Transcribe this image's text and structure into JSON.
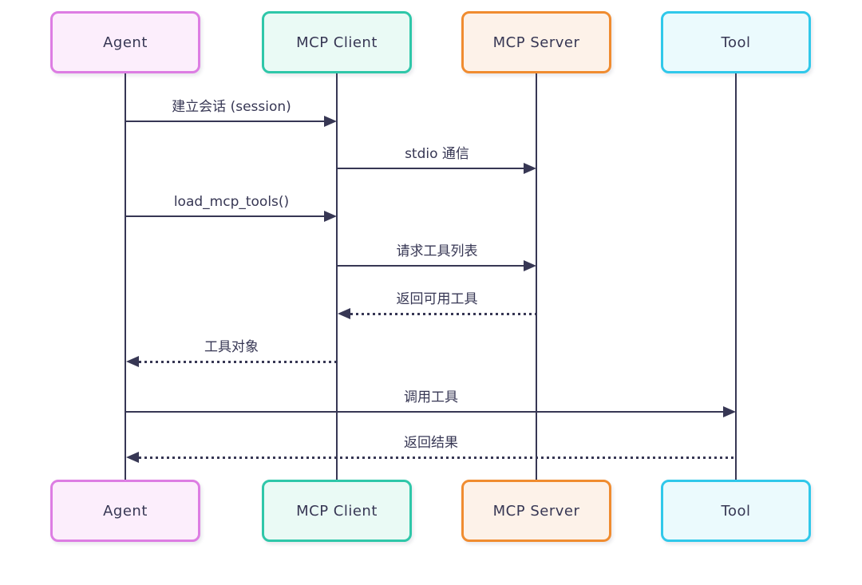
{
  "diagram": {
    "type": "sequence-diagram",
    "background": "#FFFFFF",
    "line_color": "#373754",
    "text_color": "#373754",
    "actors": [
      {
        "name": "Agent",
        "border_color": "#DD7DE3",
        "fill_color": "#FCEEFC"
      },
      {
        "name": "MCP Client",
        "border_color": "#2FC7A9",
        "fill_color": "#EAFAF5"
      },
      {
        "name": "MCP Server",
        "border_color": "#F08C30",
        "fill_color": "#FDF2E9"
      },
      {
        "name": "Tool",
        "border_color": "#30C8EA",
        "fill_color": "#EBFAFD"
      }
    ],
    "messages": [
      {
        "from": "Agent",
        "to": "MCP Client",
        "label": "建立会话 (session)",
        "line": "solid"
      },
      {
        "from": "MCP Client",
        "to": "MCP Server",
        "label": "stdio 通信",
        "line": "solid"
      },
      {
        "from": "Agent",
        "to": "MCP Client",
        "label": "load_mcp_tools()",
        "line": "solid"
      },
      {
        "from": "MCP Client",
        "to": "MCP Server",
        "label": "请求工具列表",
        "line": "solid"
      },
      {
        "from": "MCP Server",
        "to": "MCP Client",
        "label": "返回可用工具",
        "line": "dotted"
      },
      {
        "from": "MCP Client",
        "to": "Agent",
        "label": "工具对象",
        "line": "dotted"
      },
      {
        "from": "Agent",
        "to": "Tool",
        "label": "调用工具",
        "line": "solid"
      },
      {
        "from": "Tool",
        "to": "Agent",
        "label": "返回结果",
        "line": "dotted"
      }
    ]
  }
}
